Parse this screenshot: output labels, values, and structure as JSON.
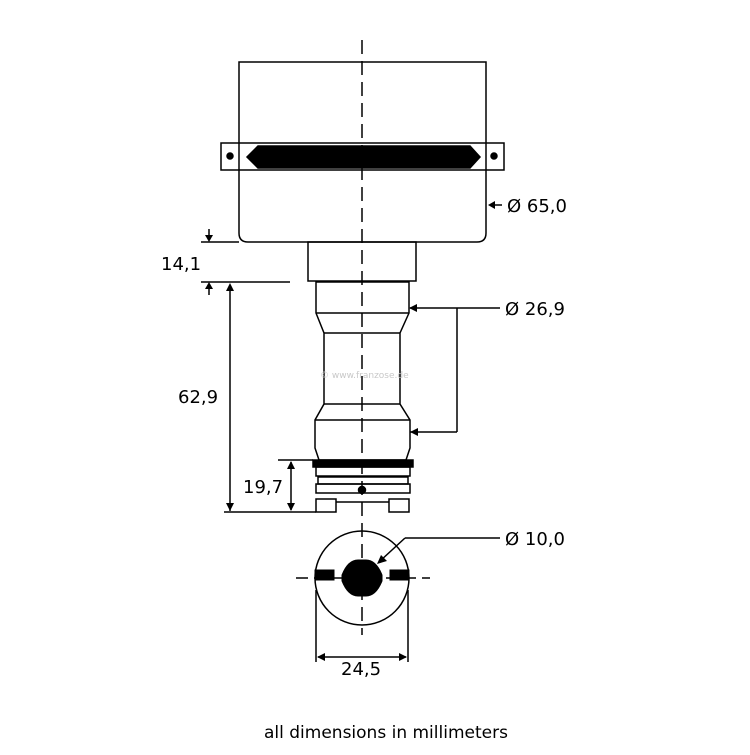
{
  "diagram": {
    "dimensions": {
      "cap_diameter": "Ø 65,0",
      "body_diameter": "Ø 26,9",
      "shaft_diameter": "Ø 10,0",
      "collar_height": "14,1",
      "body_height": "62,9",
      "base_height": "19,7",
      "base_width": "24,5"
    },
    "watermark": "© www.franzose.de",
    "caption": "all dimensions in millimeters"
  },
  "colors": {
    "line": "#000000",
    "background": "#ffffff"
  }
}
